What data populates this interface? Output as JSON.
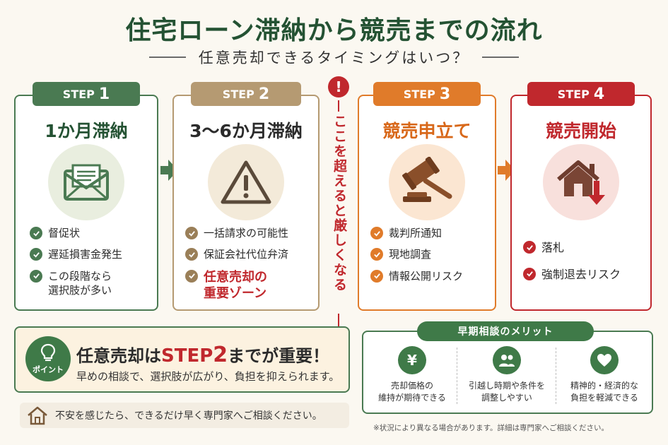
{
  "title": "住宅ローン滞納から競売までの流れ",
  "subtitle": "任意売却できるタイミングはいつ？",
  "steps": [
    {
      "label": "STEP",
      "num": "1",
      "heading": "1か月滞納",
      "icon": "envelope-icon",
      "color": "#4a7a52",
      "items": [
        "督促状",
        "遅延損害金発生",
        "この段階なら\n選択肢が多い"
      ]
    },
    {
      "label": "STEP",
      "num": "2",
      "heading": "3〜6か月滞納",
      "icon": "warning-icon",
      "color": "#b59a72",
      "items": [
        "一括請求の可能性",
        "保証会社代位弁済"
      ],
      "highlight": "任意売却の\n重要ゾーン"
    },
    {
      "label": "STEP",
      "num": "3",
      "heading": "競売申立て",
      "icon": "gavel-icon",
      "color": "#e07b2a",
      "items": [
        "裁判所通知",
        "現地調査",
        "情報公開リスク"
      ]
    },
    {
      "label": "STEP",
      "num": "4",
      "heading": "競売開始",
      "icon": "house-down-icon",
      "color": "#c0282d",
      "items": [
        "落札",
        "強制退去リスク"
      ]
    }
  ],
  "warning": {
    "mark": "!",
    "text": "ここを超えると厳しくなる"
  },
  "point": {
    "label": "ポイント",
    "main_pre": "任意売却は",
    "main_step": "STEP",
    "main_num": "2",
    "main_post": "までが重要！",
    "sub": "早めの相談で、選択肢が広がり、負担を抑えられます。"
  },
  "bottom_note": "不安を感じたら、できるだけ早く専門家へご相談ください。",
  "merits": {
    "title": "早期相談のメリット",
    "items": [
      {
        "icon": "yen-icon",
        "glyph": "¥",
        "text": "売却価格の\n維持が期待できる"
      },
      {
        "icon": "people-icon",
        "glyph": "",
        "text": "引越し時期や条件を\n調整しやすい"
      },
      {
        "icon": "heart-icon",
        "glyph": "",
        "text": "精神的・経済的な\n負担を軽減できる"
      }
    ]
  },
  "footnote": "※状況により異なる場合があります。詳細は専門家へご相談ください。"
}
